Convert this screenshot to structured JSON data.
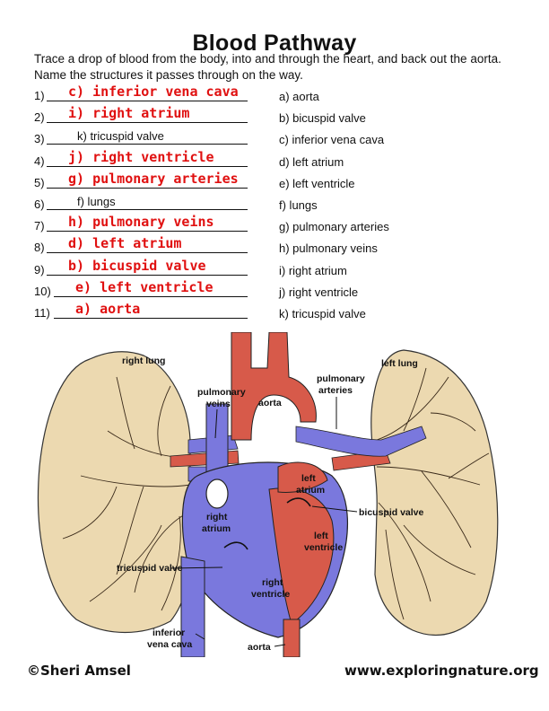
{
  "title": "Blood Pathway",
  "instructions": "Trace a drop of blood from the body, into and through the heart, and back out the aorta. Name the structures it passes through on the way.",
  "answers": [
    {
      "num": "1)",
      "text": "c) inferior vena cava",
      "red": true
    },
    {
      "num": "2)",
      "text": "i) right atrium",
      "red": true
    },
    {
      "num": "3)",
      "text": "k) tricuspid valve",
      "red": false
    },
    {
      "num": "4)",
      "text": "j) right ventricle",
      "red": true
    },
    {
      "num": "5)",
      "text": "g) pulmonary arteries",
      "red": true
    },
    {
      "num": "6)",
      "text": "f) lungs",
      "red": false
    },
    {
      "num": "7)",
      "text": "h) pulmonary veins",
      "red": true
    },
    {
      "num": "8)",
      "text": "d) left atrium",
      "red": true
    },
    {
      "num": "9)",
      "text": "b) bicuspid valve",
      "red": true
    },
    {
      "num": "10)",
      "text": "e) left ventricle",
      "red": true
    },
    {
      "num": "11)",
      "text": "a) aorta",
      "red": true
    }
  ],
  "options": [
    "a) aorta",
    "b) bicuspid valve",
    "c) inferior vena cava",
    "d) left atrium",
    "e) left ventricle",
    "f) lungs",
    "g) pulmonary arteries",
    "h) pulmonary veins",
    "i) right atrium",
    "j) right ventricle",
    "k) tricuspid valve"
  ],
  "diagram_labels": {
    "right_lung": "right lung",
    "left_lung": "left lung",
    "pulmonary_veins_1": "pulmonary",
    "pulmonary_veins_2": "veins",
    "aorta_top": "aorta",
    "pulmonary_arteries_1": "pulmonary",
    "pulmonary_arteries_2": "arteries",
    "left_atrium_1": "left",
    "left_atrium_2": "atrium",
    "right_atrium_1": "right",
    "right_atrium_2": "atrium",
    "bicuspid_valve": "bicuspid valve",
    "left_ventricle_1": "left",
    "left_ventricle_2": "ventricle",
    "tricuspid_valve": "tricuspid valve",
    "right_ventricle_1": "right",
    "right_ventricle_2": "ventricle",
    "inferior_vena_cava_1": "inferior",
    "inferior_vena_cava_2": "vena cava",
    "aorta_bottom": "aorta"
  },
  "footer": {
    "copyright": "©Sheri Amsel",
    "website": "www.exploringnature.org"
  },
  "colors": {
    "answer_red": "#e01010",
    "vein_blue": "#7a78dd",
    "artery_red": "#d75a4a",
    "lung_fill": "#ecd9b0"
  }
}
